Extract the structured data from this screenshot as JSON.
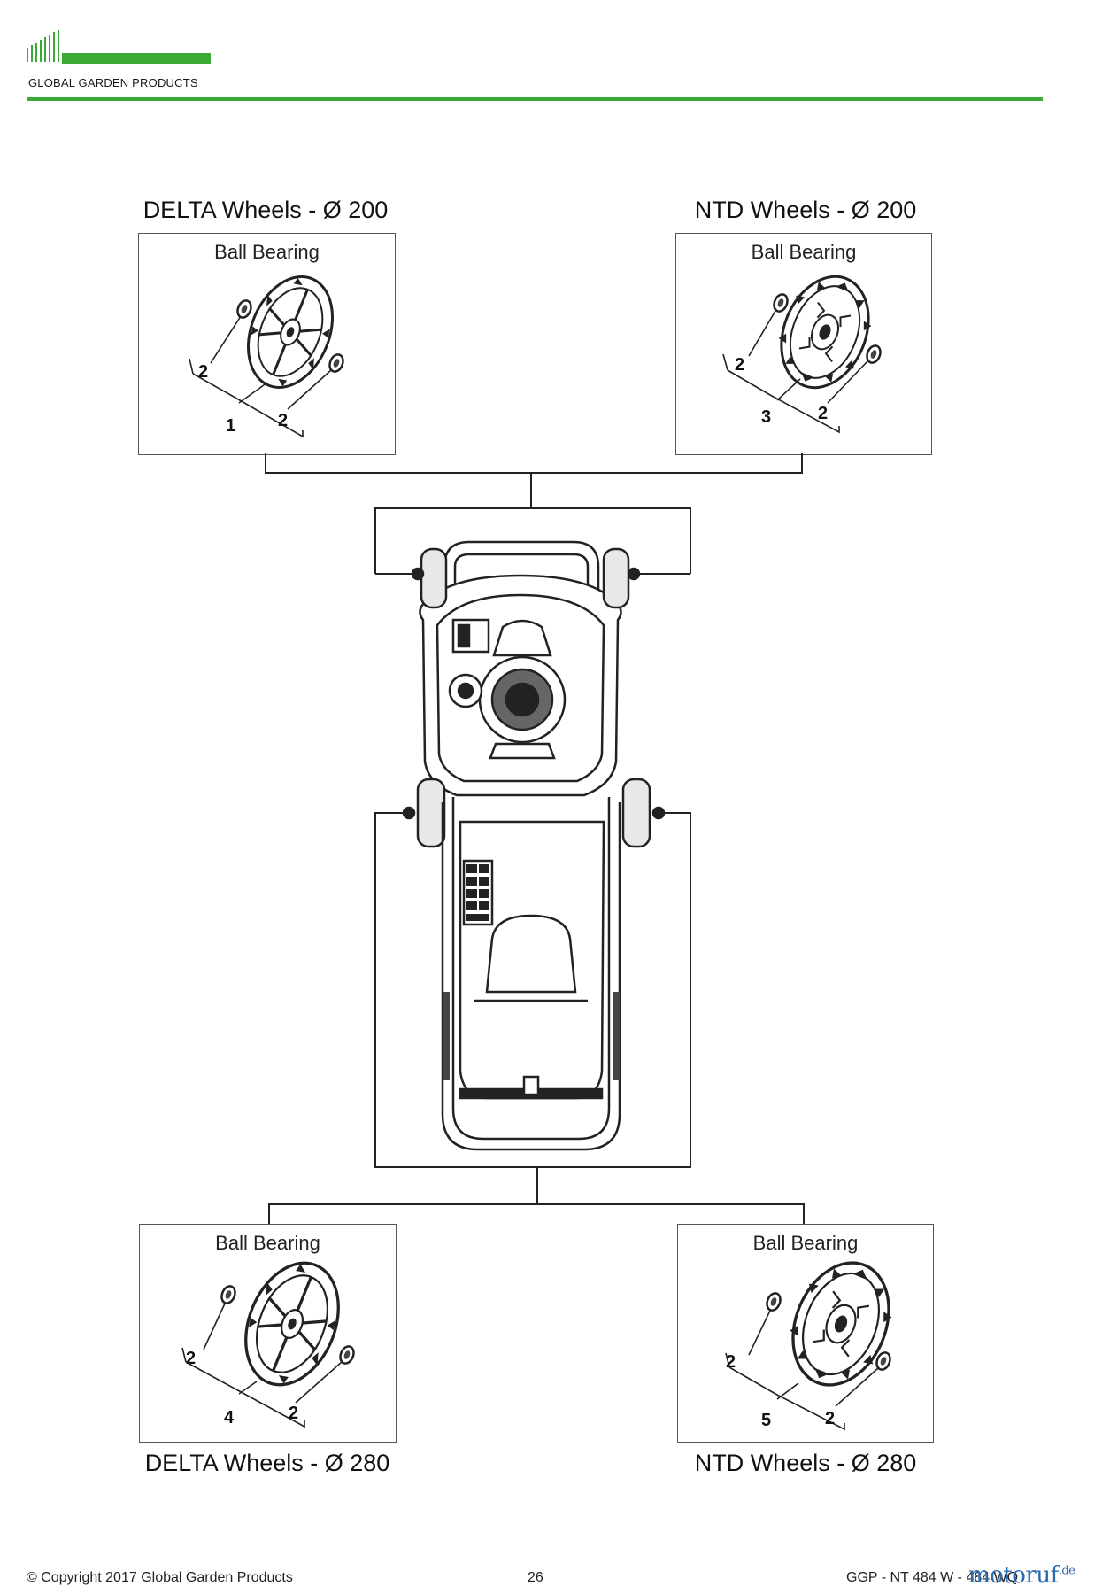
{
  "header": {
    "brand_name": "GLOBAL GARDEN PRODUCTS",
    "brand_color": "#3aaa35"
  },
  "panels": {
    "top_left": {
      "title": "DELTA Wheels - Ø 200",
      "label": "Ball Bearing",
      "callouts": [
        "2",
        "2",
        "1"
      ]
    },
    "top_right": {
      "title": "NTD Wheels - Ø 200",
      "label": "Ball Bearing",
      "callouts": [
        "2",
        "2",
        "3"
      ]
    },
    "bottom_left": {
      "title": "DELTA Wheels - Ø 280",
      "label": "Ball Bearing",
      "callouts": [
        "2",
        "2",
        "4"
      ]
    },
    "bottom_right": {
      "title": "NTD Wheels - Ø 280",
      "label": "Ball Bearing",
      "callouts": [
        "2",
        "2",
        "5"
      ]
    }
  },
  "footer": {
    "copyright": "© Copyright 2017 Global Garden Products",
    "page_number": "26",
    "model": "GGP - NT 484 W - 484 WQ",
    "watermark": "motoruf",
    "watermark_suffix": ".de"
  },
  "icons": [
    "ggp-logo-icon",
    "delta-wheel-icon",
    "ntd-wheel-icon",
    "lawn-mower-icon",
    "ball-bearing-icon"
  ]
}
